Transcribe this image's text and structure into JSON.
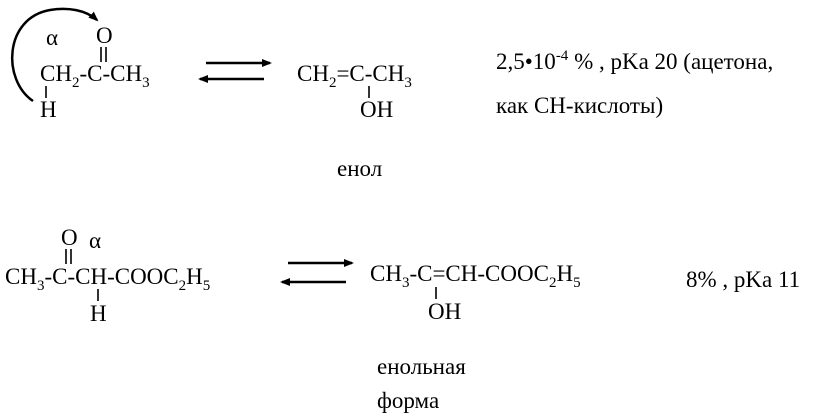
{
  "reaction1": {
    "alpha": "α",
    "ketone": {
      "oxygen": "O",
      "ch": "CH",
      "h2": "2",
      "mid": "-C-CH",
      "h3": "3",
      "h": "H"
    },
    "enol": {
      "ch": "CH",
      "h2": "2",
      "mid": "=C-CH",
      "h3": "3",
      "oh": "OH"
    },
    "label": "енол",
    "info": {
      "coef": "2,5•10",
      "exp": "-4",
      "rest": " % , pKa 20 (ацетона,",
      "line2": "как CH-кислоты)"
    }
  },
  "reaction2": {
    "alpha": "α",
    "keto": {
      "oxygen": "O",
      "ch": "CH",
      "h3": "3",
      "mid": "-C-CH-COOC",
      "h2": "2",
      "h": "H",
      "h5": "5",
      "hbelow": "H"
    },
    "enol": {
      "ch": "CH",
      "h3": "3",
      "mid": "-C=CH-COOC",
      "h2": "2",
      "h": "H",
      "h5": "5",
      "oh": "OH"
    },
    "label_line1": "енольная",
    "label_line2": "форма",
    "info": "8% , pKa 11"
  }
}
